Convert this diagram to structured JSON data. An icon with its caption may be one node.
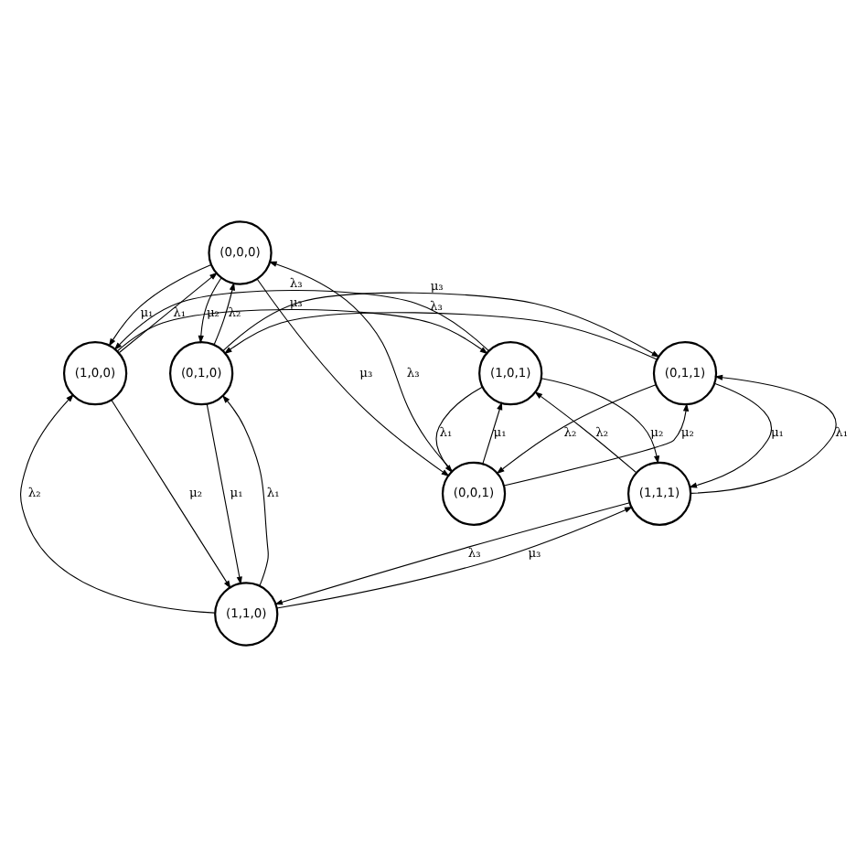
{
  "diagram": {
    "nodes": [
      {
        "text": [
          "(0,0,0)"
        ]
      },
      {
        "text": [
          "(1,0,0)"
        ]
      },
      {
        "text": [
          "(0,0,1)"
        ]
      },
      {
        "text": [
          "(1,0,1)"
        ]
      },
      {
        "text": [
          "(0,1,1)"
        ]
      },
      {
        "text": [
          "(0,1,0)"
        ]
      },
      {
        "text": [
          "(1,1,1)"
        ]
      },
      {
        "text": [
          "(1,1,0)"
        ]
      }
    ],
    "edges": [
      {
        "from": 1,
        "to": 0,
        "arrow": "to",
        "label": "λ₁"
      },
      {
        "from": 0,
        "to": 5,
        "arrow": "to",
        "label": "μ₂"
      },
      {
        "from": 5,
        "to": 7,
        "arrow": "to",
        "label": "μ₁"
      },
      {
        "from": 7,
        "to": 1,
        "arrow": "to",
        "label": "λ₂"
      },
      {
        "from": 2,
        "to": 0,
        "arrow": "to",
        "label": "λ₃"
      },
      {
        "from": 0,
        "to": 2,
        "arrow": "to",
        "label": "μ₃"
      },
      {
        "from": 0,
        "to": 1,
        "arrow": "to",
        "label": "μ₁"
      },
      {
        "from": 5,
        "to": 0,
        "arrow": "to",
        "label": "λ₂"
      },
      {
        "from": 1,
        "to": 3,
        "arrow": "to",
        "label": "μ₃"
      },
      {
        "from": 3,
        "to": 1,
        "arrow": "to",
        "label": "λ₃"
      },
      {
        "from": 1,
        "to": 7,
        "arrow": "to",
        "label": "μ₂"
      },
      {
        "from": 7,
        "to": 5,
        "arrow": "to",
        "label": "λ₁"
      },
      {
        "from": 4,
        "to": 5,
        "arrow": "to",
        "label": "λ₃"
      },
      {
        "from": 5,
        "to": 4,
        "arrow": "to",
        "label": "μ₃"
      },
      {
        "from": 7,
        "to": 6,
        "arrow": "to",
        "label": "μ₃"
      },
      {
        "from": 6,
        "to": 7,
        "arrow": "to",
        "label": "λ₃"
      },
      {
        "from": 3,
        "to": 2,
        "arrow": "to",
        "label": "λ₁"
      },
      {
        "from": 2,
        "to": 3,
        "arrow": "to",
        "label": "μ₁"
      },
      {
        "from": 2,
        "to": 4,
        "arrow": "to",
        "label": "μ₂"
      },
      {
        "from": 4,
        "to": 2,
        "arrow": "to",
        "label": "λ₂"
      },
      {
        "from": 3,
        "to": 6,
        "arrow": "to",
        "label": "μ₂"
      },
      {
        "from": 6,
        "to": 3,
        "arrow": "to",
        "label": "λ₂"
      },
      {
        "from": 6,
        "to": 4,
        "arrow": "to",
        "label": "λ₁"
      },
      {
        "from": 4,
        "to": 6,
        "arrow": "to",
        "label": "μ₁"
      }
    ]
  }
}
